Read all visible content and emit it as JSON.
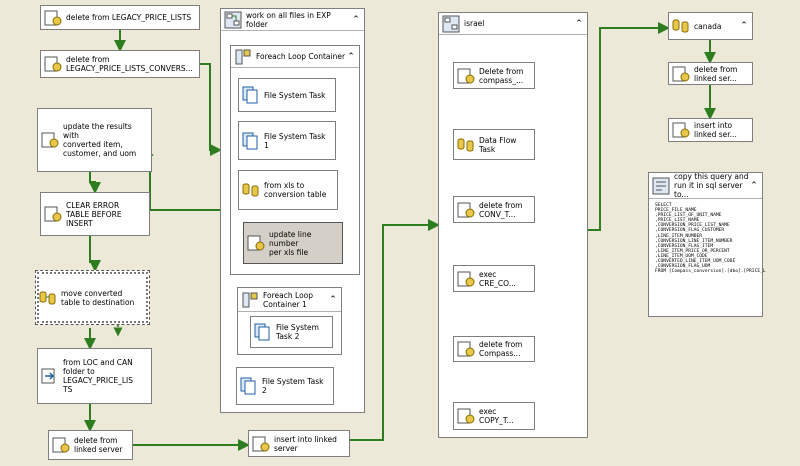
{
  "tasks": {
    "delete_legacy": "delete from LEGACY_PRICE_LISTS",
    "delete_legacy_conv": "delete from\nLEGACY_PRICE_LISTS_CONVERS...",
    "update_results": "update the results with\nconverted  item,\ncustomer, and uom",
    "clear_error": "CLEAR ERROR\nTABLE BEFORE\nINSERT",
    "move_converted": "move converted\ntable to destination",
    "from_loc_can": "from LOC and CAN\nfolder to\nLEGACY_PRICE_LIS\nTS",
    "delete_linked_left": "delete from\nlinked server",
    "insert_linked_mid": "insert into linked\nserver"
  },
  "exp_container": {
    "title": "work on all files in EXP folder",
    "foreach": {
      "title": "Foreach Loop Container",
      "tasks": [
        "File System Task",
        "File System Task 1",
        "from xls to\nconversion table",
        "update line number\nper xls file"
      ]
    },
    "foreach1": {
      "title": "Foreach Loop\nContainer 1",
      "tasks": [
        "File System\nTask 2"
      ]
    },
    "after": "File System Task 2"
  },
  "israel": {
    "title": "israel",
    "tasks": [
      "Delete from\ncompass_...",
      "Data Flow\nTask",
      "delete from\nCONV_T...",
      "exec\nCRE_CO...",
      "delete from\nCompass...",
      "exec\nCOPY_T..."
    ]
  },
  "canada": {
    "title": "canada",
    "tasks": [
      "delete from\nlinked ser...",
      "insert into\nlinked ser..."
    ]
  },
  "note": {
    "title": "copy this query and\nrun it in sql server to...",
    "lines": [
      "SELECT",
      "PRICE_FILE_NAME",
      ",PRICE_LIST_OF_UNIT_NAME",
      ",PRICE_LIST_NAME",
      ",CONVERSION_PRICE_LIST_NAME",
      ",CONVERSION_FLAG_CUSTOMER",
      ",LINE_ITEM_NUMBER",
      ",CONVERSION_LINE_ITEM_NUMBER",
      ",CONVERSION_FLAG_ITEM",
      ",LINE_ITEM_PRICE_OR_PERCENT",
      ",LINE_ITEM_UOM_CODE",
      ",CONVERTED_LINE_ITEM_UOM_CODE",
      ",CONVERSION_FLAG_UOM",
      "FROM [Compass_conversion].[dbo].[PRICE_L"
    ]
  },
  "colors": {
    "arrow": "#2e7d1e",
    "background": "#ece9d8"
  }
}
